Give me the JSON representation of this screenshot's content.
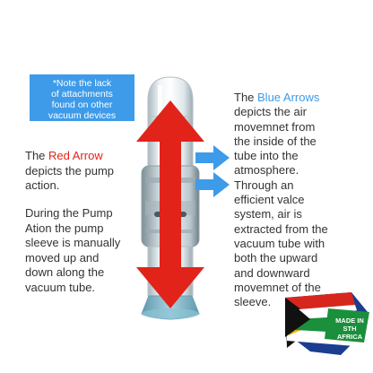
{
  "note": {
    "lines": [
      "*Note the lack",
      "of attachments",
      "found on other",
      "vacuum devices"
    ]
  },
  "left": {
    "red_pre": "The ",
    "red_word": "Red Arrow",
    "red_lines": [
      "depicts the pump",
      "action."
    ],
    "para_lines": [
      "During the Pump",
      "Ation the pump",
      "sleeve is manually",
      "moved up and",
      "down along the",
      "vacuum tube."
    ]
  },
  "right": {
    "pre": "The ",
    "blue_word": "Blue Arrows",
    "lines": [
      "depicts the air",
      "movemnet from",
      "the inside of the",
      "tube into the",
      "atmosphere.",
      "Through an",
      "efficient valce",
      "system, air is",
      "extracted from the",
      "vacuum tube with",
      "both the upward",
      "and downward",
      "movemnet of the",
      "sleeve."
    ]
  },
  "badge": {
    "lines": [
      "MADE IN",
      "STH AFRICA"
    ]
  },
  "colors": {
    "red_arrow": "#e2231a",
    "blue_arrow": "#3d9be9",
    "note_bg": "#3d9be9",
    "body_text": "#333333"
  }
}
